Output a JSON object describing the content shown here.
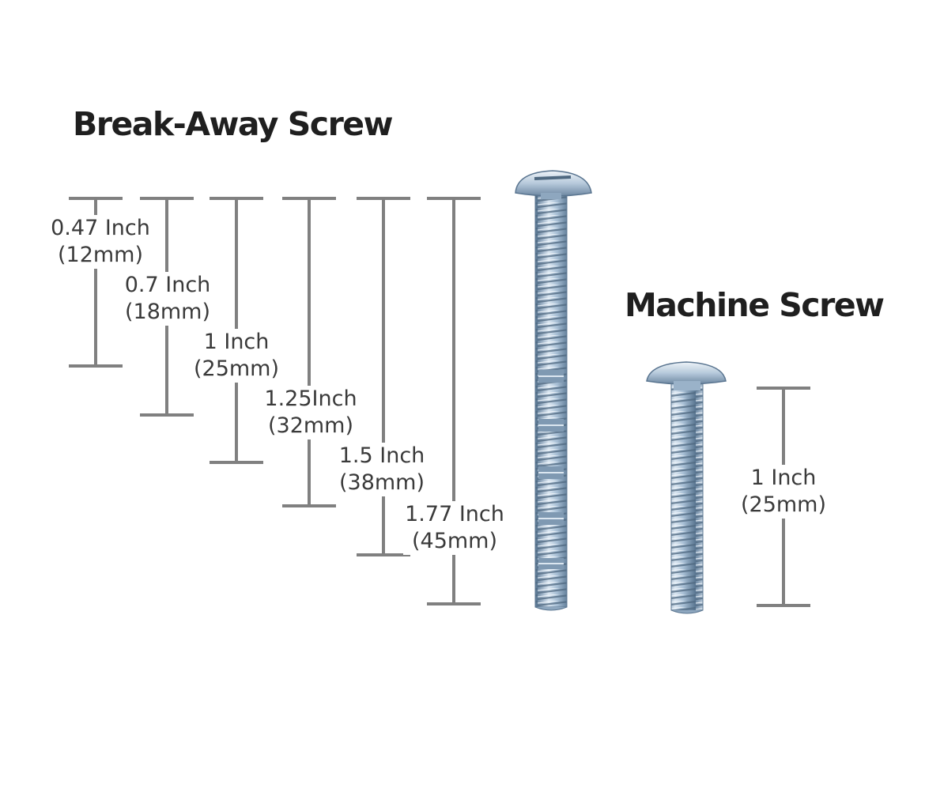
{
  "titles": {
    "break_away": "Break-Away Screw",
    "machine": "Machine Screw"
  },
  "break_away_measurements": [
    {
      "inch": "0.47 Inch",
      "mm": "(12mm)"
    },
    {
      "inch": "0.7 Inch",
      "mm": "(18mm)"
    },
    {
      "inch": "1 Inch",
      "mm": "(25mm)"
    },
    {
      "inch": "1.25Inch",
      "mm": "(32mm)"
    },
    {
      "inch": "1.5 Inch",
      "mm": "(38mm)"
    },
    {
      "inch": "1.77 Inch",
      "mm": "(45mm)"
    }
  ],
  "machine_measurement": {
    "inch": "1 Inch",
    "mm": "(25mm)"
  },
  "colors": {
    "dimension_line": "#808080",
    "screw_zinc": "#9fb6cc",
    "screw_highlight": "#dce7f1",
    "screw_shadow": "#5d7a96"
  },
  "icons": {
    "break_away_screw": "break-away-screw-icon",
    "machine_screw": "machine-screw-icon"
  }
}
